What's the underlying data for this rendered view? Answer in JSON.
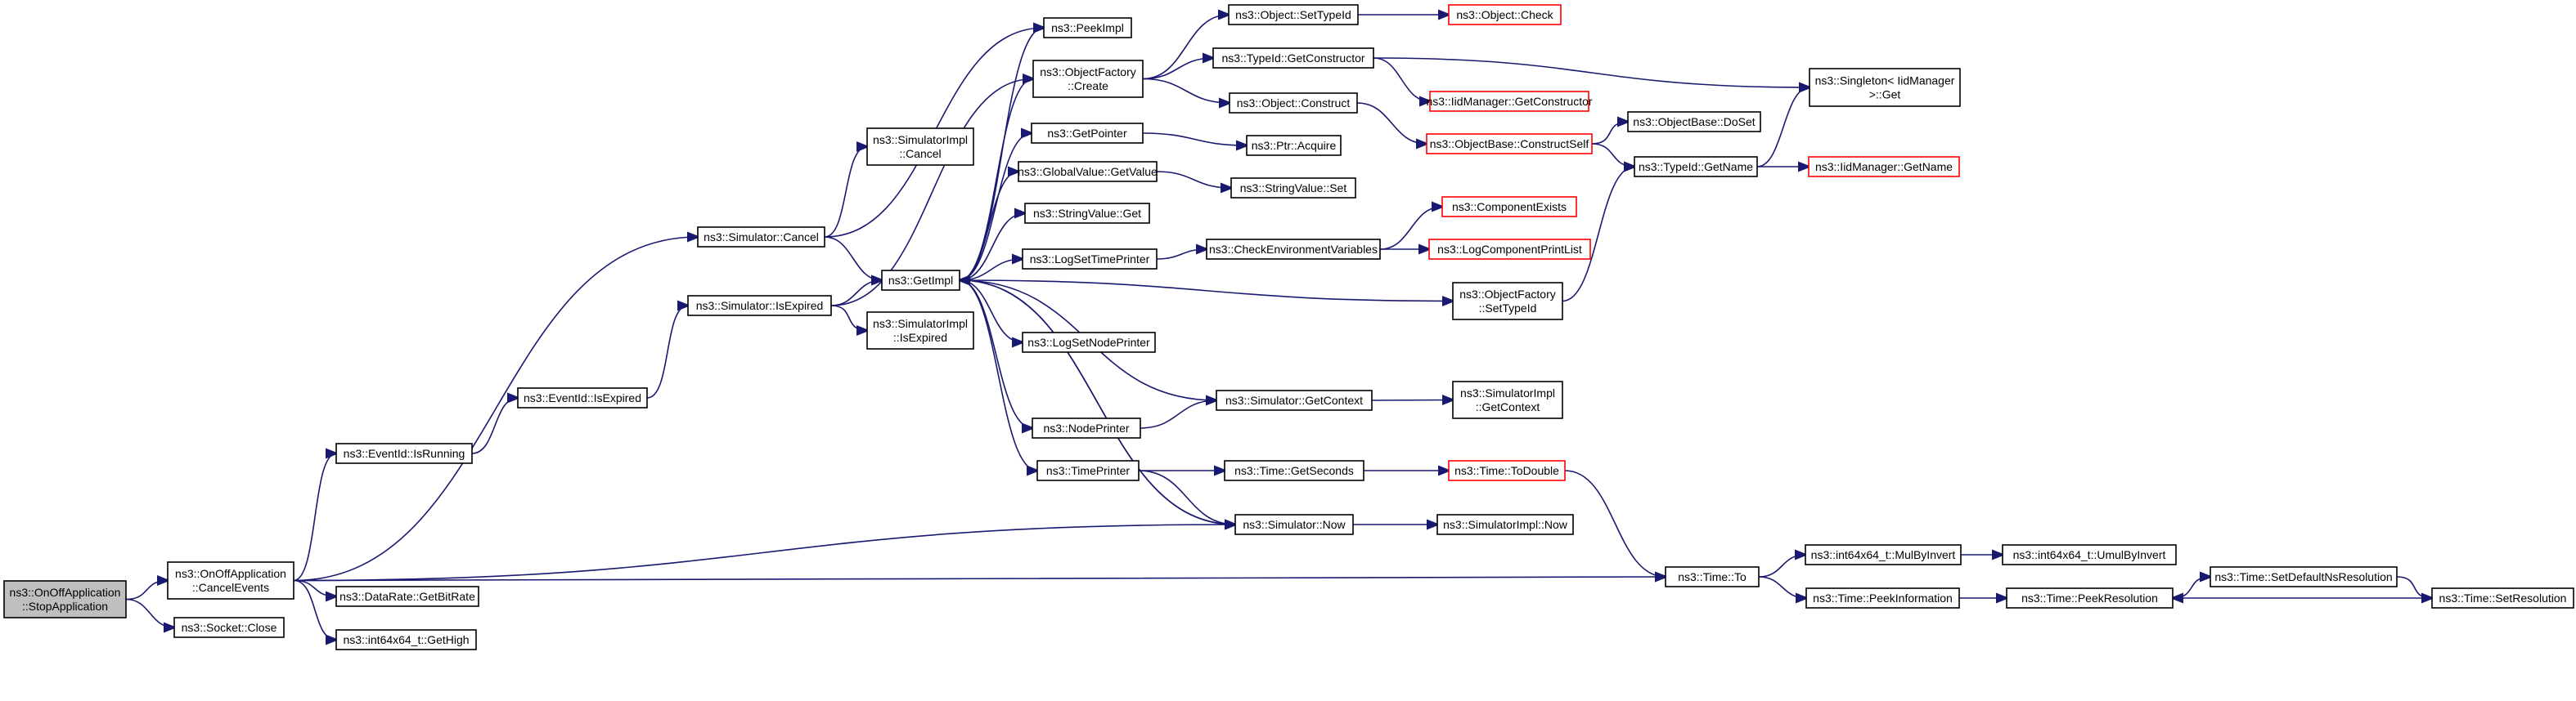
{
  "nodes": [
    {
      "id": "root",
      "lines": [
        "ns3::OnOffApplication",
        "::StopApplication"
      ],
      "style": "root"
    },
    {
      "id": "cancelEvents",
      "lines": [
        "ns3::OnOffApplication",
        "::CancelEvents"
      ]
    },
    {
      "id": "socketClose",
      "lines": [
        "ns3::Socket::Close"
      ]
    },
    {
      "id": "dataRateBits",
      "lines": [
        "ns3::DataRate::GetBitRate"
      ]
    },
    {
      "id": "int64GetHigh",
      "lines": [
        "ns3::int64x64_t::GetHigh"
      ]
    },
    {
      "id": "eventIsRunning",
      "lines": [
        "ns3::EventId::IsRunning"
      ]
    },
    {
      "id": "eventIsExpired",
      "lines": [
        "ns3::EventId::IsExpired"
      ]
    },
    {
      "id": "simCancel",
      "lines": [
        "ns3::Simulator::Cancel"
      ]
    },
    {
      "id": "simIsExpired",
      "lines": [
        "ns3::Simulator::IsExpired"
      ]
    },
    {
      "id": "simImplCancel",
      "lines": [
        "ns3::SimulatorImpl",
        "::Cancel"
      ]
    },
    {
      "id": "getImpl",
      "lines": [
        "ns3::GetImpl"
      ]
    },
    {
      "id": "simImplIsExpired",
      "lines": [
        "ns3::SimulatorImpl",
        "::IsExpired"
      ]
    },
    {
      "id": "peekImpl",
      "lines": [
        "ns3::PeekImpl"
      ]
    },
    {
      "id": "objFactoryCreate",
      "lines": [
        "ns3::ObjectFactory",
        "::Create"
      ]
    },
    {
      "id": "getPointer",
      "lines": [
        "ns3::GetPointer"
      ]
    },
    {
      "id": "globalValueGet",
      "lines": [
        "ns3::GlobalValue::GetValue"
      ]
    },
    {
      "id": "stringValueGet",
      "lines": [
        "ns3::StringValue::Get"
      ]
    },
    {
      "id": "logSetTimePrinter",
      "lines": [
        "ns3::LogSetTimePrinter"
      ]
    },
    {
      "id": "logSetNodePrinter",
      "lines": [
        "ns3::LogSetNodePrinter"
      ]
    },
    {
      "id": "nodePrinter",
      "lines": [
        "ns3::NodePrinter"
      ]
    },
    {
      "id": "timePrinter",
      "lines": [
        "ns3::TimePrinter"
      ]
    },
    {
      "id": "objSetTypeId",
      "lines": [
        "ns3::Object::SetTypeId"
      ]
    },
    {
      "id": "typeIdGetCtor",
      "lines": [
        "ns3::TypeId::GetConstructor"
      ]
    },
    {
      "id": "objConstruct",
      "lines": [
        "ns3::Object::Construct"
      ]
    },
    {
      "id": "ptrAcquire",
      "lines": [
        "ns3::Ptr::Acquire"
      ]
    },
    {
      "id": "stringValueSet",
      "lines": [
        "ns3::StringValue::Set"
      ]
    },
    {
      "id": "checkEnvVars",
      "lines": [
        "ns3::CheckEnvironmentVariables"
      ]
    },
    {
      "id": "simGetContext",
      "lines": [
        "ns3::Simulator::GetContext"
      ]
    },
    {
      "id": "timeGetSeconds",
      "lines": [
        "ns3::Time::GetSeconds"
      ]
    },
    {
      "id": "simNow",
      "lines": [
        "ns3::Simulator::Now"
      ]
    },
    {
      "id": "objectCheck",
      "lines": [
        "ns3::Object::Check"
      ],
      "style": "red"
    },
    {
      "id": "iidGetCtor",
      "lines": [
        "ns3::IidManager::GetConstructor"
      ],
      "style": "red"
    },
    {
      "id": "objBaseConstructSelf",
      "lines": [
        "ns3::ObjectBase::ConstructSelf"
      ],
      "style": "red"
    },
    {
      "id": "componentExists",
      "lines": [
        "ns3::ComponentExists"
      ],
      "style": "red"
    },
    {
      "id": "logComponentPrintList",
      "lines": [
        "ns3::LogComponentPrintList"
      ],
      "style": "red"
    },
    {
      "id": "objFactorySetTypeId",
      "lines": [
        "ns3::ObjectFactory",
        "::SetTypeId"
      ]
    },
    {
      "id": "simImplGetContext",
      "lines": [
        "ns3::SimulatorImpl",
        "::GetContext"
      ]
    },
    {
      "id": "timeToDouble",
      "lines": [
        "ns3::Time::ToDouble"
      ],
      "style": "red"
    },
    {
      "id": "simImplNow",
      "lines": [
        "ns3::SimulatorImpl::Now"
      ]
    },
    {
      "id": "objBaseDoSet",
      "lines": [
        "ns3::ObjectBase::DoSet"
      ]
    },
    {
      "id": "typeIdGetName",
      "lines": [
        "ns3::TypeId::GetName"
      ]
    },
    {
      "id": "singletonGet",
      "lines": [
        "ns3::Singleton< IidManager",
        " >::Get"
      ]
    },
    {
      "id": "iidGetName",
      "lines": [
        "ns3::IidManager::GetName"
      ],
      "style": "red"
    },
    {
      "id": "timeTo",
      "lines": [
        "ns3::Time::To"
      ]
    },
    {
      "id": "mulByInvert",
      "lines": [
        "ns3::int64x64_t::MulByInvert"
      ]
    },
    {
      "id": "umulByInvert",
      "lines": [
        "ns3::int64x64_t::UmulByInvert"
      ]
    },
    {
      "id": "peekInformation",
      "lines": [
        "ns3::Time::PeekInformation"
      ]
    },
    {
      "id": "peekResolution",
      "lines": [
        "ns3::Time::PeekResolution"
      ]
    },
    {
      "id": "setDefaultNsRes",
      "lines": [
        "ns3::Time::SetDefaultNsResolution"
      ]
    },
    {
      "id": "setResolution",
      "lines": [
        "ns3::Time::SetResolution"
      ]
    }
  ],
  "edges": [
    [
      "root",
      "cancelEvents"
    ],
    [
      "root",
      "socketClose"
    ],
    [
      "cancelEvents",
      "simCancel"
    ],
    [
      "cancelEvents",
      "eventIsRunning"
    ],
    [
      "cancelEvents",
      "simNow"
    ],
    [
      "cancelEvents",
      "dataRateBits"
    ],
    [
      "cancelEvents",
      "int64GetHigh"
    ],
    [
      "cancelEvents",
      "timeTo"
    ],
    [
      "eventIsRunning",
      "eventIsExpired"
    ],
    [
      "eventIsExpired",
      "simIsExpired"
    ],
    [
      "simCancel",
      "simImplCancel"
    ],
    [
      "simCancel",
      "getImpl"
    ],
    [
      "simCancel",
      "peekImpl"
    ],
    [
      "simIsExpired",
      "getImpl"
    ],
    [
      "simIsExpired",
      "simImplIsExpired"
    ],
    [
      "simIsExpired",
      "objFactoryCreate"
    ],
    [
      "getImpl",
      "peekImpl"
    ],
    [
      "getImpl",
      "objFactoryCreate"
    ],
    [
      "getImpl",
      "getPointer"
    ],
    [
      "getImpl",
      "globalValueGet"
    ],
    [
      "getImpl",
      "stringValueGet"
    ],
    [
      "getImpl",
      "logSetTimePrinter"
    ],
    [
      "getImpl",
      "logSetNodePrinter"
    ],
    [
      "getImpl",
      "nodePrinter"
    ],
    [
      "getImpl",
      "timePrinter"
    ],
    [
      "getImpl",
      "objFactorySetTypeId"
    ],
    [
      "getImpl",
      "simNow"
    ],
    [
      "objFactoryCreate",
      "objSetTypeId"
    ],
    [
      "objFactoryCreate",
      "typeIdGetCtor"
    ],
    [
      "objFactoryCreate",
      "objConstruct"
    ],
    [
      "objSetTypeId",
      "objectCheck"
    ],
    [
      "typeIdGetCtor",
      "iidGetCtor"
    ],
    [
      "typeIdGetCtor",
      "singletonGet"
    ],
    [
      "objConstruct",
      "objBaseConstructSelf"
    ],
    [
      "objBaseConstructSelf",
      "objBaseDoSet"
    ],
    [
      "objBaseConstructSelf",
      "typeIdGetName"
    ],
    [
      "typeIdGetName",
      "singletonGet"
    ],
    [
      "typeIdGetName",
      "iidGetName"
    ],
    [
      "getPointer",
      "ptrAcquire"
    ],
    [
      "globalValueGet",
      "stringValueSet"
    ],
    [
      "logSetTimePrinter",
      "checkEnvVars"
    ],
    [
      "checkEnvVars",
      "componentExists"
    ],
    [
      "checkEnvVars",
      "logComponentPrintList"
    ],
    [
      "objFactorySetTypeId",
      "typeIdGetName"
    ],
    [
      "nodePrinter",
      "simGetContext"
    ],
    [
      "simGetContext",
      "getImpl"
    ],
    [
      "simGetContext",
      "simImplGetContext"
    ],
    [
      "timePrinter",
      "timeGetSeconds"
    ],
    [
      "timePrinter",
      "simNow"
    ],
    [
      "timeGetSeconds",
      "timeToDouble"
    ],
    [
      "timeToDouble",
      "timeTo"
    ],
    [
      "simNow",
      "getImpl"
    ],
    [
      "simNow",
      "simImplNow"
    ],
    [
      "timeTo",
      "mulByInvert"
    ],
    [
      "timeTo",
      "peekInformation"
    ],
    [
      "mulByInvert",
      "umulByInvert"
    ],
    [
      "peekInformation",
      "peekResolution"
    ],
    [
      "peekResolution",
      "setDefaultNsRes"
    ],
    [
      "setDefaultNsRes",
      "setResolution"
    ],
    [
      "setResolution",
      "peekResolution"
    ]
  ]
}
